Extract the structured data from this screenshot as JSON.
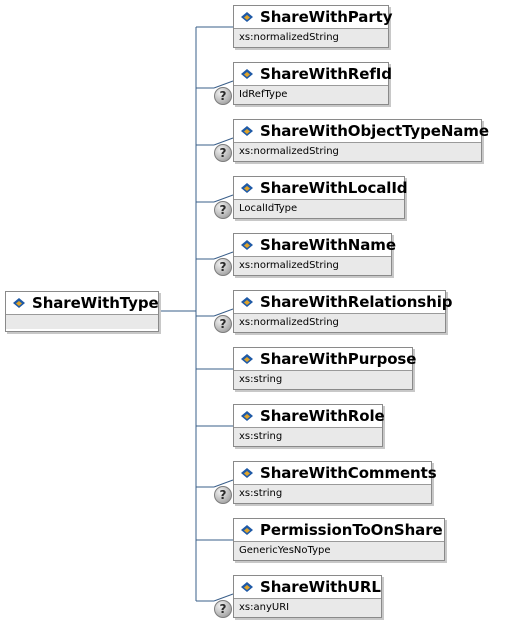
{
  "root": {
    "name": "ShareWithType",
    "icon": "element-icon"
  },
  "sequence_icon": "sequence-compositor-icon",
  "children": [
    {
      "name": "ShareWithParty",
      "type": "xs:normalizedString",
      "optional": false
    },
    {
      "name": "ShareWithRefId",
      "type": "IdRefType",
      "optional": true
    },
    {
      "name": "ShareWithObjectTypeName",
      "type": "xs:normalizedString",
      "optional": true
    },
    {
      "name": "ShareWithLocalId",
      "type": "LocalIdType",
      "optional": true
    },
    {
      "name": "ShareWithName",
      "type": "xs:normalizedString",
      "optional": true
    },
    {
      "name": "ShareWithRelationship",
      "type": "xs:normalizedString",
      "optional": true
    },
    {
      "name": "ShareWithPurpose",
      "type": "xs:string",
      "optional": false
    },
    {
      "name": "ShareWithRole",
      "type": "xs:string",
      "optional": false
    },
    {
      "name": "ShareWithComments",
      "type": "xs:string",
      "optional": true
    },
    {
      "name": "PermissionToOnShare",
      "type": "GenericYesNoType",
      "optional": false
    },
    {
      "name": "ShareWithURL",
      "type": "xs:anyURI",
      "optional": true
    }
  ],
  "optional_marker": "?",
  "colors": {
    "line": "#3a5f8a",
    "icon_blue": "#1f5aa6",
    "icon_gold": "#e0a42a",
    "type_bg": "#e9e9e9"
  }
}
